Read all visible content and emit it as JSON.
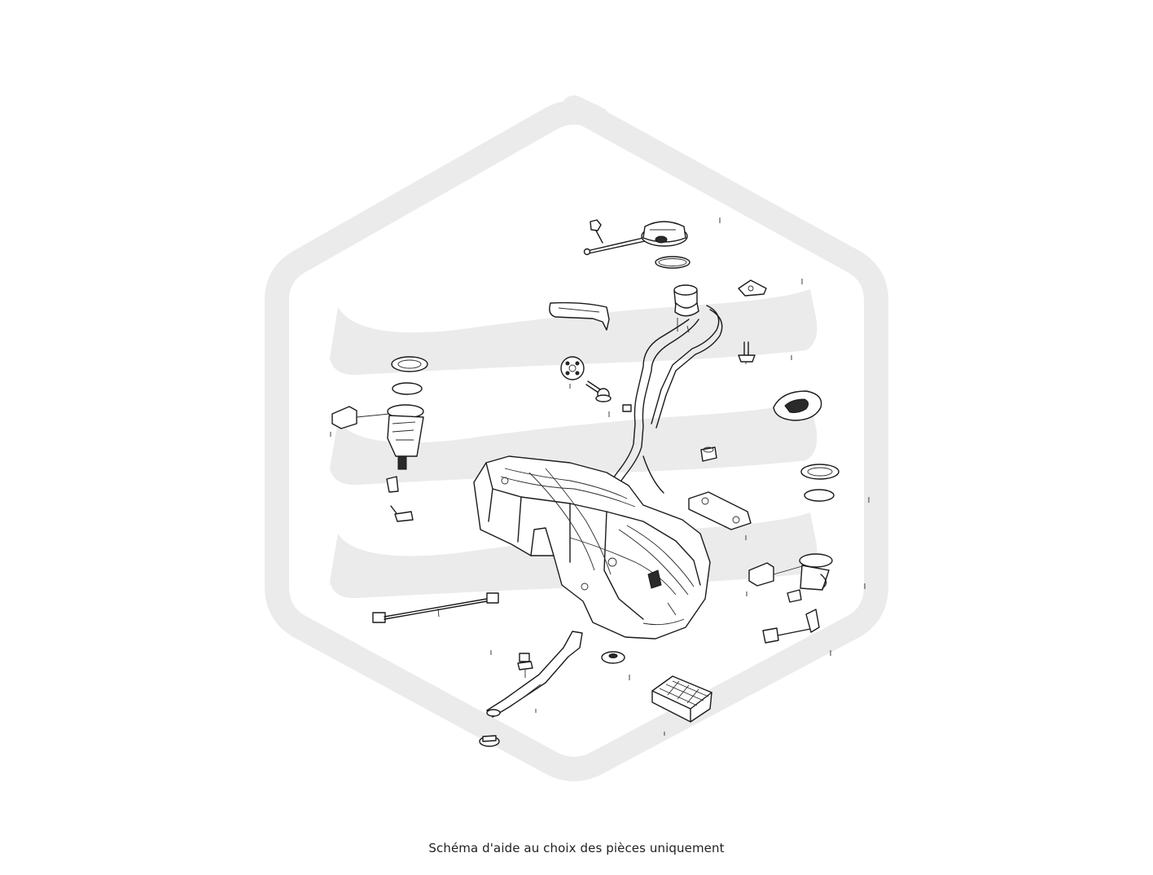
{
  "caption": "Schéma d'aide au choix des pièces uniquement",
  "colors": {
    "background": "#ffffff",
    "watermark": "#ebebeb",
    "line_art": "#1a1a1a",
    "caption_text": "#222222"
  },
  "diagram": {
    "type": "exploded-parts-diagram",
    "watermark": "hexagon-waves-logo"
  }
}
